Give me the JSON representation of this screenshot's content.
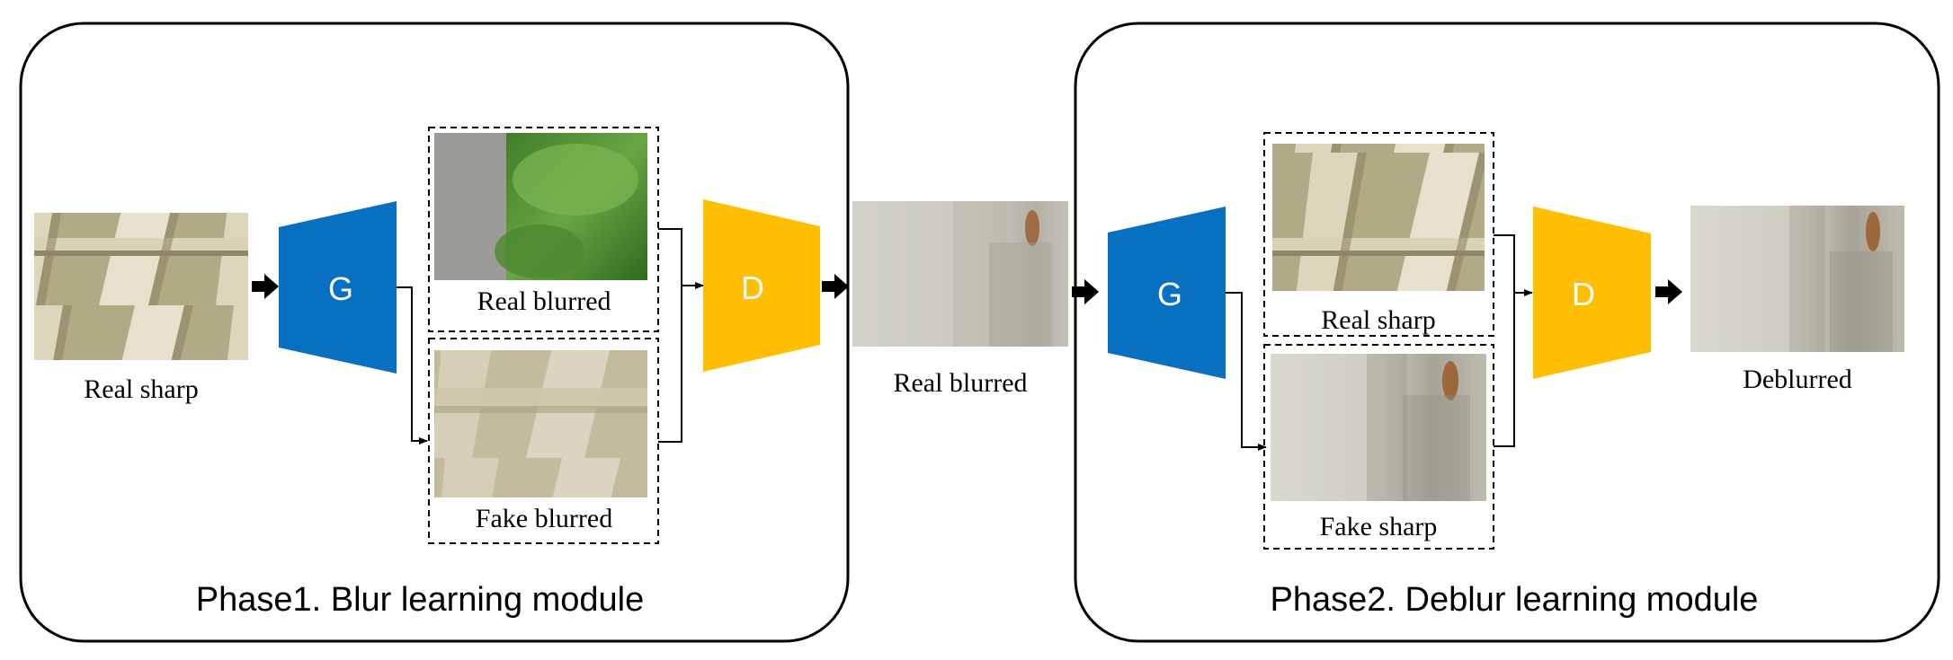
{
  "colors": {
    "generator": "#0870c1",
    "discriminator": "#ffbe00",
    "block_text": "#ffffff",
    "frame": "#000000"
  },
  "phase1": {
    "title": "Phase1. Blur learning module",
    "input_label": "Real sharp",
    "generator_label": "G",
    "discriminator_label": "D",
    "real_label": "Real blurred",
    "fake_label": "Fake blurred"
  },
  "middle": {
    "label": "Real blurred"
  },
  "phase2": {
    "title": "Phase2. Deblur learning module",
    "generator_label": "G",
    "discriminator_label": "D",
    "real_label": "Real sharp",
    "fake_label": "Fake sharp",
    "output_label": "Deblurred"
  }
}
